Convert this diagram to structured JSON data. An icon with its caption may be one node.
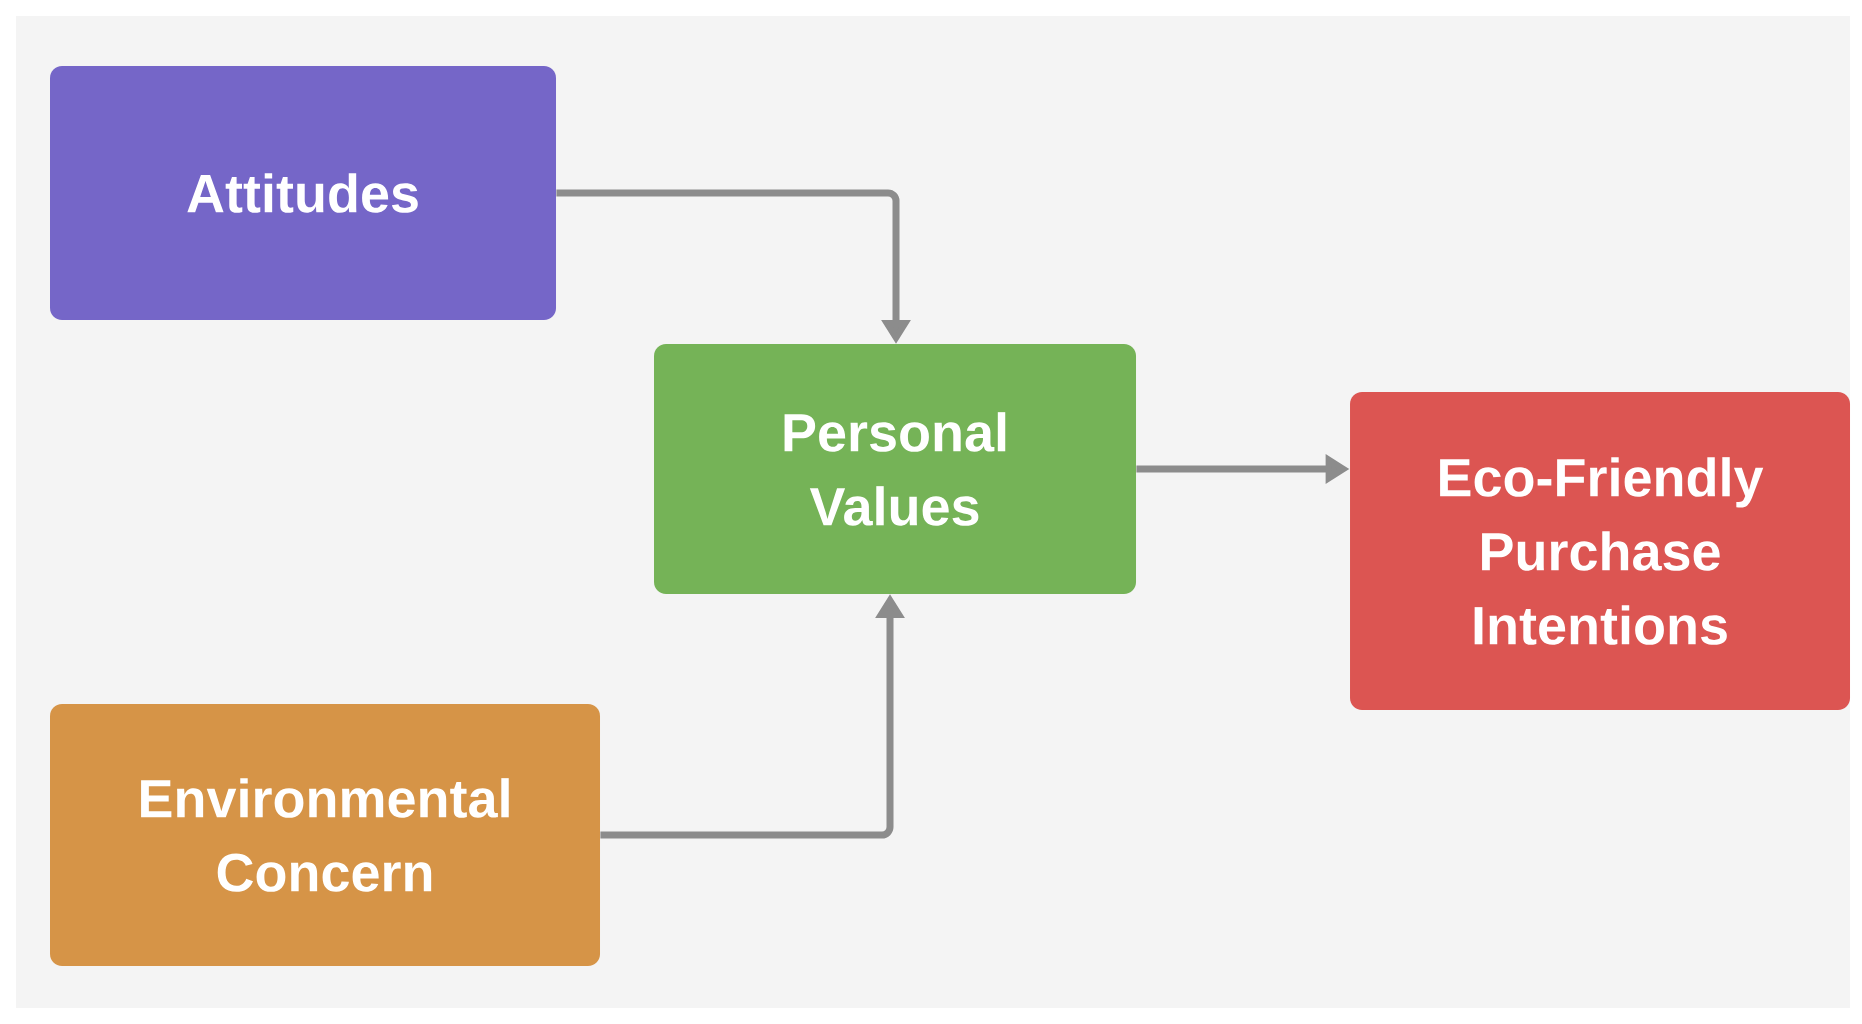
{
  "diagram": {
    "nodes": [
      {
        "text": [
          "Attitudes"
        ]
      },
      {
        "text": [
          "Personal Values"
        ]
      },
      {
        "text": [
          "Environmental Concern"
        ]
      },
      {
        "text": [
          "Eco-Friendly Purchase Intentions"
        ]
      }
    ],
    "edges": [
      {
        "from": 0,
        "to": 1,
        "arrow": "to"
      },
      {
        "from": 2,
        "to": 1,
        "arrow": "to"
      },
      {
        "from": 1,
        "to": 3,
        "arrow": "to"
      }
    ]
  }
}
